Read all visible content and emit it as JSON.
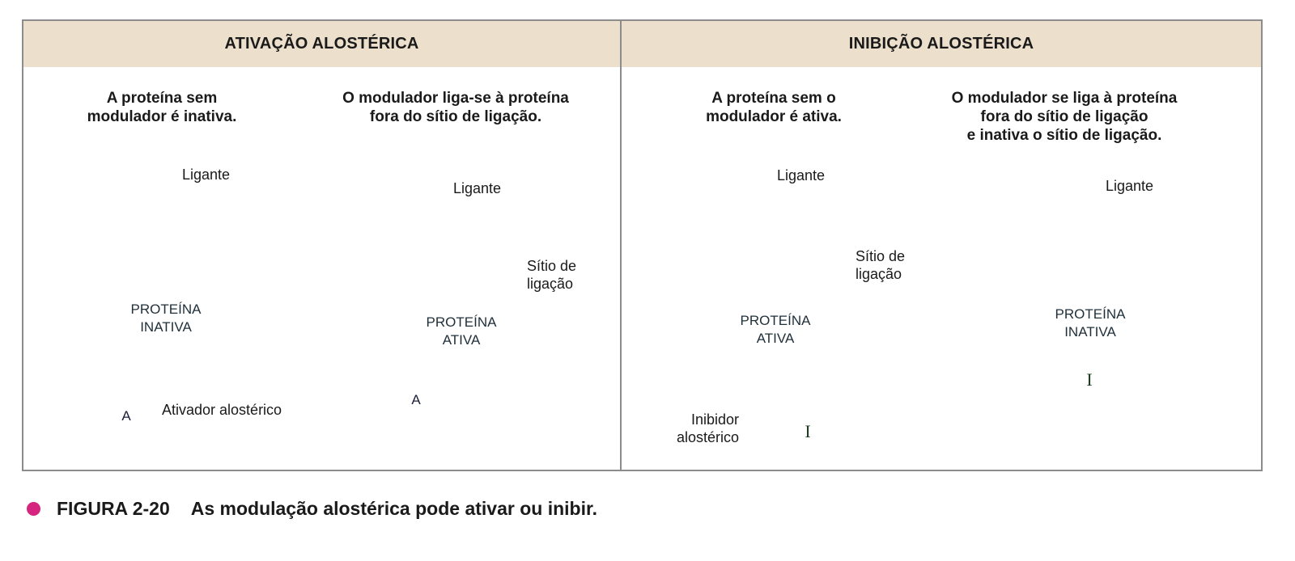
{
  "headers": {
    "activation": "ATIVAÇÃO ALOSTÉRICA",
    "inhibition": "INIBIÇÃO ALOSTÉRICA"
  },
  "subtitles": {
    "act_before": "A proteína sem\nmodulador é inativa.",
    "act_after": "O modulador liga-se à proteína\nfora do sítio de ligação.",
    "inh_before": "A proteína sem o\nmodulador é ativa.",
    "inh_after": "O modulador se liga à proteína\nfora do sítio de ligação\ne inativa o sítio de ligação."
  },
  "labels": {
    "ligand": "Ligante",
    "protein_inactive": "PROTEÍNA\nINATIVA",
    "protein_active": "PROTEÍNA\nATIVA",
    "binding_site": "Sítio de\nligação",
    "allosteric_activator": "Ativador alostérico",
    "allosteric_inhibitor": "Inibidor\nalostérico",
    "activator_symbol": "A",
    "inhibitor_symbol": "I"
  },
  "caption": {
    "number": "FIGURA 2-20",
    "text": "As modulação alostérica pode ativar ou inibir."
  },
  "colors": {
    "header_bg": "#ece0cc",
    "protein": "#a9cde3",
    "protein_dark": "#2f5f86",
    "ligand": "#e8cf9c",
    "activator": "#8b96c8",
    "inhibitor": "#9fd3a0",
    "arrow": "#9a9a9a",
    "caption_dot": "#d6257e"
  }
}
